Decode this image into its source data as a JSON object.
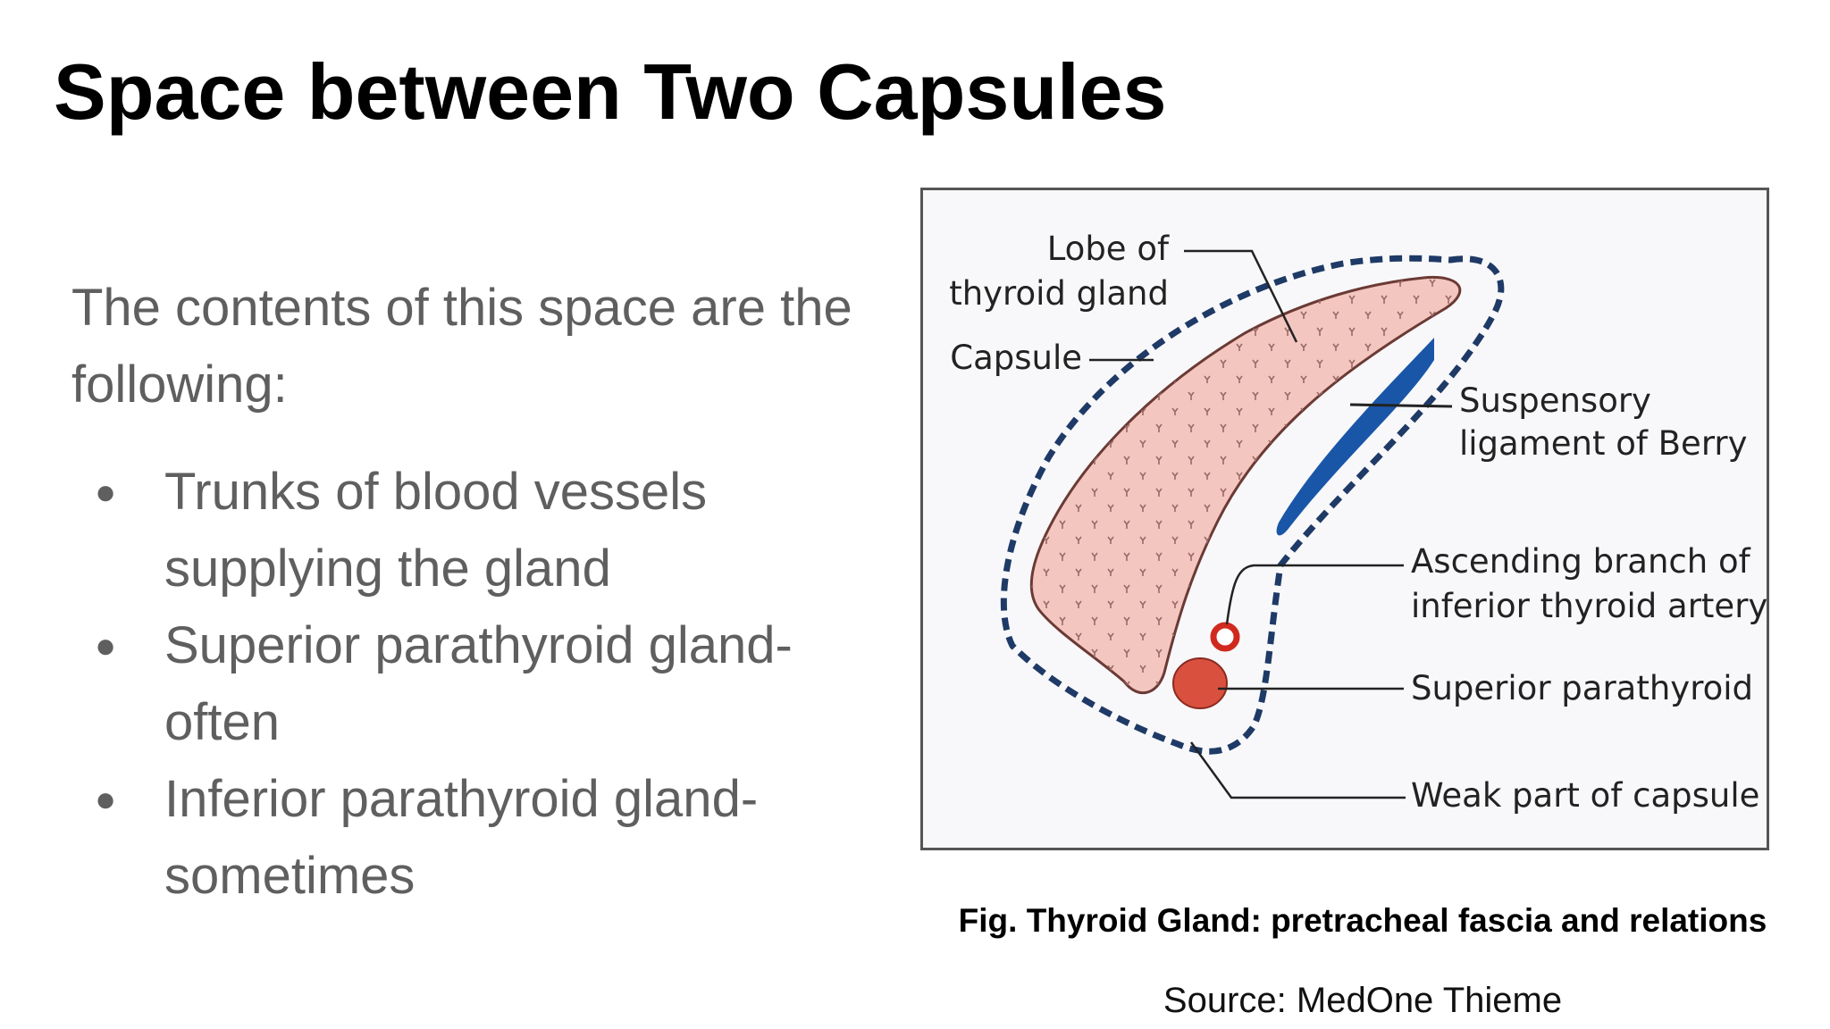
{
  "title": "Space between Two Capsules",
  "intro": "The contents of this space are the following:",
  "bullets": [
    "Trunks of blood vessels supplying the gland",
    "Superior parathyroid gland- often",
    "Inferior parathyroid gland- sometimes"
  ],
  "figure": {
    "labels": {
      "lobe_line1": "Lobe of",
      "lobe_line2": "thyroid gland",
      "capsule": "Capsule",
      "ligament_line1": "Suspensory",
      "ligament_line2": "ligament of Berry",
      "artery_line1": "Ascending branch of",
      "artery_line2": "inferior thyroid artery",
      "parathyroid": "Superior parathyroid",
      "weak_part": "Weak part of capsule"
    },
    "colors": {
      "lobe_fill": "#f4c6c0",
      "lobe_stroke": "#6b3a35",
      "capsule_dash": "#1f3a66",
      "ligament": "#1a56a8",
      "artery": "#d02a1f",
      "parathyroid": "#d9503e"
    }
  },
  "caption": "Fig. Thyroid Gland: pretracheal fascia and relations",
  "source": "Source: MedOne Thieme"
}
